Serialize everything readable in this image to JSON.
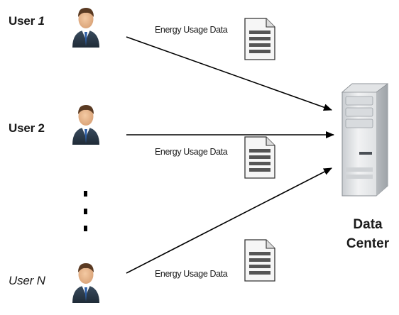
{
  "users": [
    {
      "prefix": "User",
      "number": "1"
    },
    {
      "prefix": "User",
      "number": "2"
    },
    {
      "prefix": "User",
      "number": "N"
    }
  ],
  "edge_label": "Energy Usage Data",
  "data_center": {
    "line1": "Data",
    "line2": "Center"
  },
  "colors": {
    "line": "#000000",
    "suit": "#2b3a4a",
    "tie": "#2d5fa8",
    "skin": "#e9b98f",
    "hair": "#5a3a22",
    "server": "#e6e8ea",
    "document": "#f6f6f6"
  },
  "icons": [
    "user-avatar-icon",
    "document-icon",
    "server-icon",
    "arrow-icon",
    "ellipsis-dots"
  ]
}
